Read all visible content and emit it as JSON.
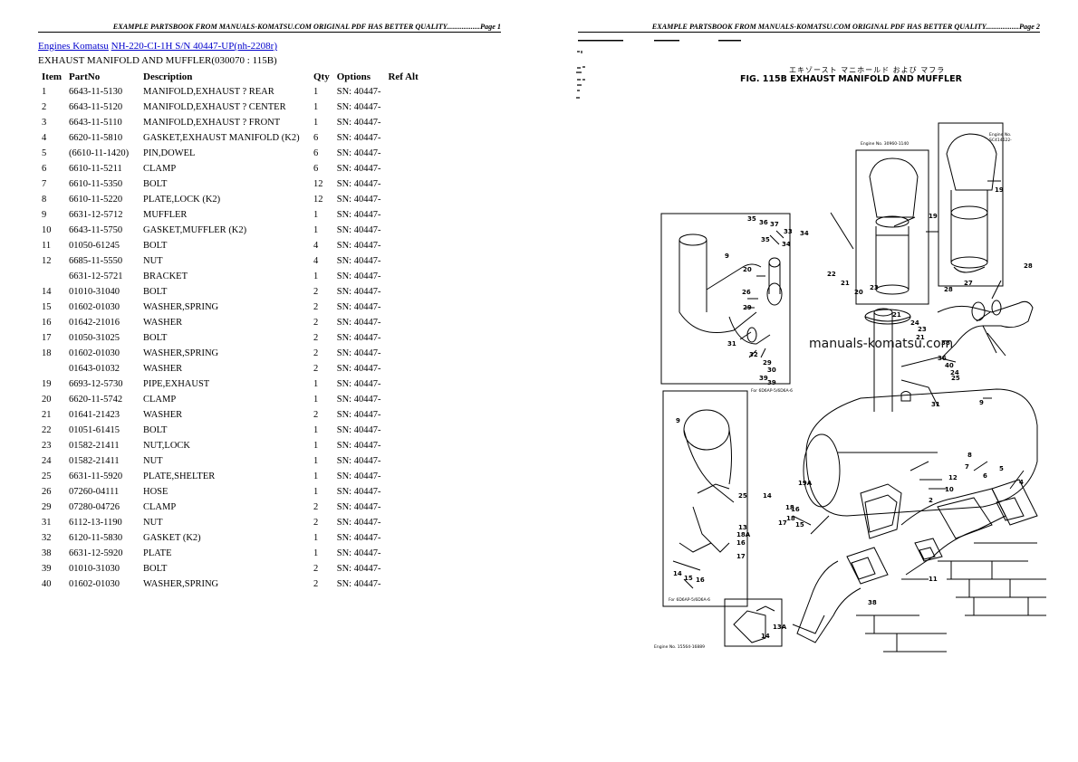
{
  "page1": {
    "header": "EXAMPLE PARTSBOOK FROM MANUALS-KOMATSU.COM ORIGINAL PDF HAS BETTER QUALITY..................Page 1",
    "breadcrumb": {
      "link1": "Engines Komatsu",
      "link2": "NH-220-CI-1H S/N 40447-UP(nh-2208r)"
    },
    "subtitle": "EXHAUST MANIFOLD AND MUFFLER(030070 : 115B)",
    "columns": [
      "Item",
      "PartNo",
      "Description",
      "Qty",
      "Options",
      "Ref Alt"
    ],
    "rows": [
      {
        "item": "1",
        "partno": "6643-11-5130",
        "desc": "MANIFOLD,EXHAUST ? REAR",
        "qty": "1",
        "options": "SN: 40447-"
      },
      {
        "item": "2",
        "partno": "6643-11-5120",
        "desc": "MANIFOLD,EXHAUST ? CENTER",
        "qty": "1",
        "options": "SN: 40447-"
      },
      {
        "item": "3",
        "partno": "6643-11-5110",
        "desc": "MANIFOLD,EXHAUST ? FRONT",
        "qty": "1",
        "options": "SN: 40447-"
      },
      {
        "item": "4",
        "partno": "6620-11-5810",
        "desc": "GASKET,EXHAUST MANIFOLD (K2)",
        "qty": "6",
        "options": "SN: 40447-"
      },
      {
        "item": "5",
        "partno": "(6610-11-1420)",
        "desc": "PIN,DOWEL",
        "qty": "6",
        "options": "SN: 40447-"
      },
      {
        "item": "6",
        "partno": "6610-11-5211",
        "desc": "CLAMP",
        "qty": "6",
        "options": "SN: 40447-"
      },
      {
        "item": "7",
        "partno": "6610-11-5350",
        "desc": "BOLT",
        "qty": "12",
        "options": "SN: 40447-"
      },
      {
        "item": "8",
        "partno": "6610-11-5220",
        "desc": "PLATE,LOCK (K2)",
        "qty": "12",
        "options": "SN: 40447-"
      },
      {
        "item": "9",
        "partno": "6631-12-5712",
        "desc": "MUFFLER",
        "qty": "1",
        "options": "SN: 40447-"
      },
      {
        "item": "10",
        "partno": "6643-11-5750",
        "desc": "GASKET,MUFFLER (K2)",
        "qty": "1",
        "options": "SN: 40447-"
      },
      {
        "item": "11",
        "partno": "01050-61245",
        "desc": "BOLT",
        "qty": "4",
        "options": "SN: 40447-"
      },
      {
        "item": "12",
        "partno": "6685-11-5550",
        "desc": "NUT",
        "qty": "4",
        "options": "SN: 40447-"
      },
      {
        "item": "",
        "partno": "6631-12-5721",
        "desc": "BRACKET",
        "qty": "1",
        "options": "SN: 40447-"
      },
      {
        "item": "14",
        "partno": "01010-31040",
        "desc": "BOLT",
        "qty": "2",
        "options": "SN: 40447-"
      },
      {
        "item": "15",
        "partno": "01602-01030",
        "desc": "WASHER,SPRING",
        "qty": "2",
        "options": "SN: 40447-"
      },
      {
        "item": "16",
        "partno": "01642-21016",
        "desc": "WASHER",
        "qty": "2",
        "options": "SN: 40447-"
      },
      {
        "item": "17",
        "partno": "01050-31025",
        "desc": "BOLT",
        "qty": "2",
        "options": "SN: 40447-"
      },
      {
        "item": "18",
        "partno": "01602-01030",
        "desc": "WASHER,SPRING",
        "qty": "2",
        "options": "SN: 40447-"
      },
      {
        "item": "",
        "partno": "01643-01032",
        "desc": "WASHER",
        "qty": "2",
        "options": "SN: 40447-"
      },
      {
        "item": "19",
        "partno": "6693-12-5730",
        "desc": "PIPE,EXHAUST",
        "qty": "1",
        "options": "SN: 40447-"
      },
      {
        "item": "20",
        "partno": "6620-11-5742",
        "desc": "CLAMP",
        "qty": "1",
        "options": "SN: 40447-"
      },
      {
        "item": "21",
        "partno": "01641-21423",
        "desc": "WASHER",
        "qty": "2",
        "options": "SN: 40447-"
      },
      {
        "item": "22",
        "partno": "01051-61415",
        "desc": "BOLT",
        "qty": "1",
        "options": "SN: 40447-"
      },
      {
        "item": "23",
        "partno": "01582-21411",
        "desc": "NUT,LOCK",
        "qty": "1",
        "options": "SN: 40447-"
      },
      {
        "item": "24",
        "partno": "01582-21411",
        "desc": "NUT",
        "qty": "1",
        "options": "SN: 40447-"
      },
      {
        "item": "25",
        "partno": "6631-11-5920",
        "desc": "PLATE,SHELTER",
        "qty": "1",
        "options": "SN: 40447-"
      },
      {
        "item": "26",
        "partno": "07260-04111",
        "desc": "HOSE",
        "qty": "1",
        "options": "SN: 40447-"
      },
      {
        "item": "29",
        "partno": "07280-04726",
        "desc": "CLAMP",
        "qty": "2",
        "options": "SN: 40447-"
      },
      {
        "item": "31",
        "partno": "6112-13-1190",
        "desc": "NUT",
        "qty": "2",
        "options": "SN: 40447-"
      },
      {
        "item": "32",
        "partno": "6120-11-5830",
        "desc": "GASKET (K2)",
        "qty": "1",
        "options": "SN: 40447-"
      },
      {
        "item": "38",
        "partno": "6631-12-5920",
        "desc": "PLATE",
        "qty": "1",
        "options": "SN: 40447-"
      },
      {
        "item": "39",
        "partno": "01010-31030",
        "desc": "BOLT",
        "qty": "2",
        "options": "SN: 40447-"
      },
      {
        "item": "40",
        "partno": "01602-01030",
        "desc": "WASHER,SPRING",
        "qty": "2",
        "options": "SN: 40447-"
      }
    ]
  },
  "page2": {
    "header": "EXAMPLE PARTSBOOK FROM MANUALS-KOMATSU.COM ORIGINAL PDF HAS BETTER QUALITY..................Page 2",
    "figure_title": "FIG. 115B  EXHAUST MANIFOLD AND MUFFLER",
    "figure_title_jp": "エキゾースト マニホールド および マフラ",
    "watermark": "manuals-komatsu.com"
  }
}
